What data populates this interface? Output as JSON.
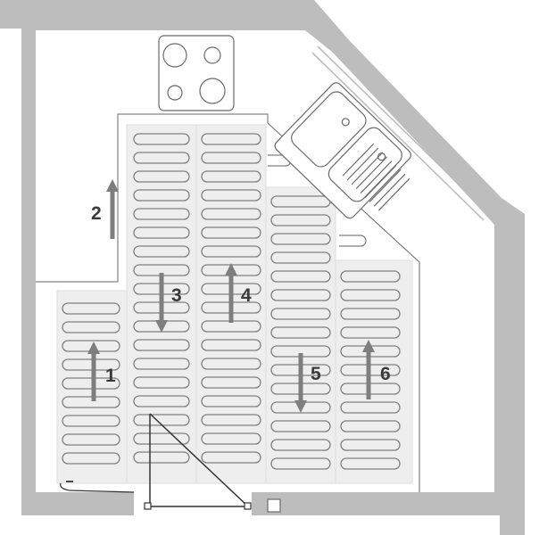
{
  "colors": {
    "wall": "#bdbdbd",
    "floor": "#ffffff",
    "mat": "#eeeeee",
    "mat_edge": "#dddddd",
    "cable": "#808080",
    "fixture_line": "#6a6a6a",
    "arrow": "#7e7e7e",
    "door_line": "#333333"
  },
  "strips": [
    {
      "id": "1",
      "label": "1",
      "direction": "up"
    },
    {
      "id": "2",
      "label": "2",
      "direction": "up"
    },
    {
      "id": "3",
      "label": "3",
      "direction": "down"
    },
    {
      "id": "4",
      "label": "4",
      "direction": "up"
    },
    {
      "id": "5",
      "label": "5",
      "direction": "down"
    },
    {
      "id": "6",
      "label": "6",
      "direction": "up"
    }
  ],
  "fixtures": {
    "hob": "cooktop-with-four-burners",
    "sink": "double-sink-with-drainer"
  }
}
